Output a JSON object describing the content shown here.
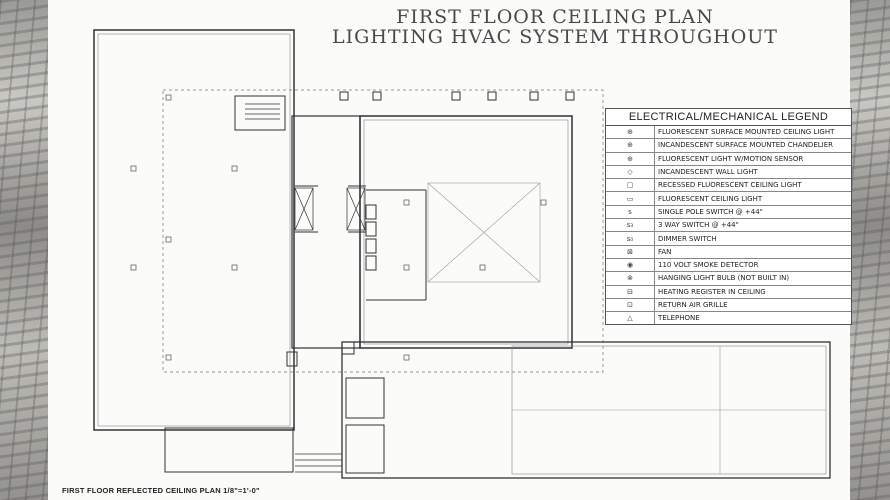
{
  "title_line1": "FIRST FLOOR CEILING PLAN",
  "title_line2": "LIGHTING HVAC SYSTEM THROUGHOUT",
  "legend": {
    "heading": "ELECTRICAL/MECHANICAL LEGEND",
    "items": [
      {
        "symbol": "⊕",
        "label": "FLUORESCENT SURFACE MOUNTED CEILING LIGHT"
      },
      {
        "symbol": "⊕",
        "label": "INCANDESCENT SURFACE MOUNTED CHANDELIER"
      },
      {
        "symbol": "⊕",
        "label": "FLUORESCENT LIGHT W/MOTION SENSOR"
      },
      {
        "symbol": "◇",
        "label": "INCANDESCENT WALL LIGHT"
      },
      {
        "symbol": "▢",
        "label": "RECESSED FLUORESCENT CEILING LIGHT"
      },
      {
        "symbol": "▭",
        "label": "FLUORESCENT CEILING LIGHT"
      },
      {
        "symbol": "s",
        "label": "SINGLE POLE SWITCH @ +44\""
      },
      {
        "symbol": "s₃",
        "label": "3 WAY SWITCH @ +44\""
      },
      {
        "symbol": "s₀",
        "label": "DIMMER SWITCH"
      },
      {
        "symbol": "⊠",
        "label": "FAN"
      },
      {
        "symbol": "◉",
        "label": "110 VOLT SMOKE DETECTOR"
      },
      {
        "symbol": "⊗",
        "label": "HANGING LIGHT BULB (NOT BUILT IN)"
      },
      {
        "symbol": "⊟",
        "label": "HEATING REGISTER IN CEILING"
      },
      {
        "symbol": "⊡",
        "label": "RETURN AIR GRILLE"
      },
      {
        "symbol": "△",
        "label": "TELEPHONE"
      }
    ]
  },
  "caption": "FIRST FLOOR REFLECTED CEILING PLAN 1/8\"=1'-0\""
}
